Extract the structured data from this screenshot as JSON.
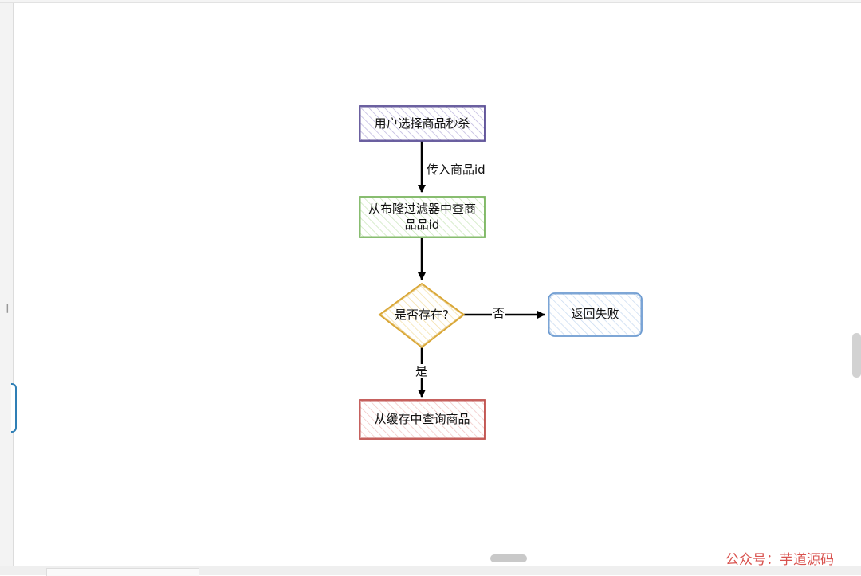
{
  "flowchart": {
    "nodes": {
      "start": {
        "label": "用户选择商品秒杀",
        "color": "#5b4f96"
      },
      "bloom": {
        "label": "从布隆过滤器中查商品品id",
        "color": "#7bb661"
      },
      "decision": {
        "label": "是否存在?",
        "color": "#d9a634"
      },
      "fail": {
        "label": "返回失败",
        "color": "#6d9bd1"
      },
      "cache": {
        "label": "从缓存中查询商品",
        "color": "#c0504d"
      }
    },
    "edges": {
      "start_to_bloom": {
        "label": "传入商品id"
      },
      "decision_to_fail": {
        "label": "否"
      },
      "decision_to_cache": {
        "label": "是"
      }
    }
  },
  "watermark": {
    "text": "公众号：芋道源码"
  }
}
